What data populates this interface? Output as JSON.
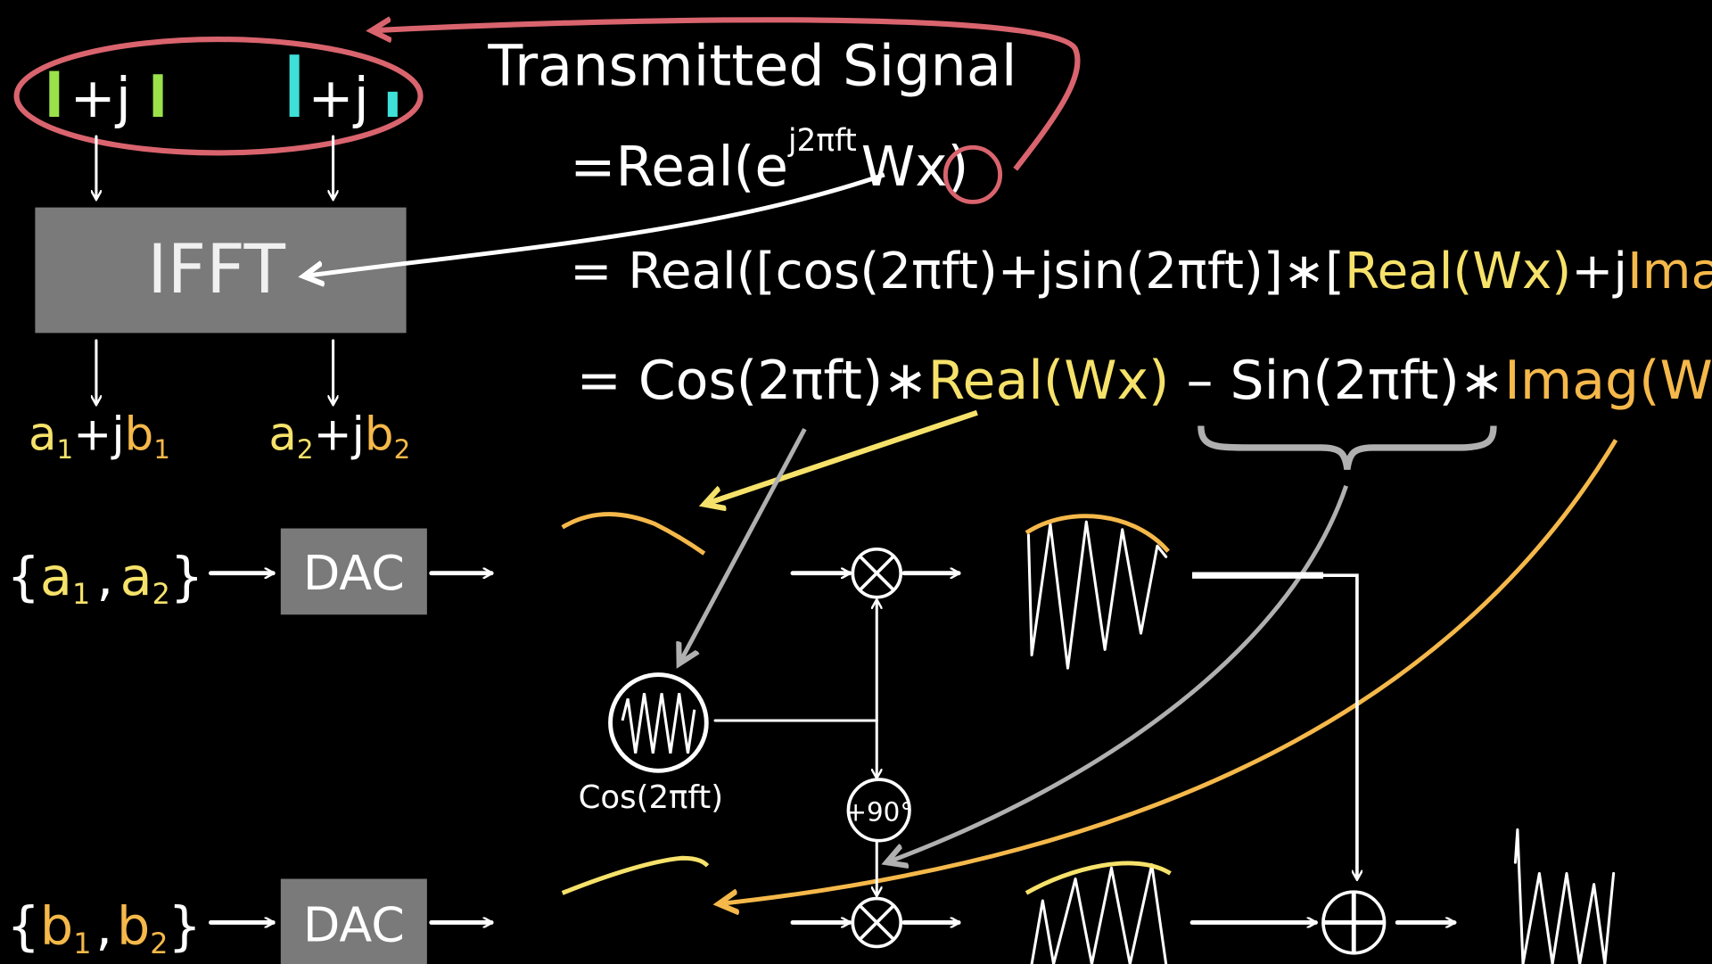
{
  "colors": {
    "background": "#000000",
    "real_part": "#f6e26a",
    "imag_part": "#f5b84a",
    "annotation_red": "#d9646e",
    "block_gray": "#7a7a7a",
    "subcarrier_1": "#9be24a",
    "subcarrier_2": "#3ee0d8",
    "pointer_gray": "#b0b0b0"
  },
  "symbols": {
    "sym1_mid": "+j",
    "sym2_mid": "+j"
  },
  "ifft": {
    "label": "IFFT"
  },
  "outputs": {
    "out1": {
      "a": "a",
      "a_sub": "1",
      "plus": "+j",
      "b": "b",
      "b_sub": "1"
    },
    "out2": {
      "a": "a",
      "a_sub": "2",
      "plus": "+j",
      "b": "b",
      "b_sub": "2"
    }
  },
  "equations": {
    "title": "Transmitted Signal",
    "eq1": {
      "start": "=Real(e",
      "sup": "j2πft",
      "end": "Wx)"
    },
    "eq2": {
      "start": "= Real([cos(2πft)+jsin(2πft)]∗[",
      "real": "Real(Wx)",
      "mid": "+j",
      "imag": "Imag(Wx"
    },
    "eq3": {
      "start": "= Cos(2πft)∗",
      "real": "Real(Wx)",
      "mid": " – Sin(2πft)∗",
      "imag": "Imag(W"
    }
  },
  "modulator": {
    "i_branch": {
      "open": "{",
      "a1": "a",
      "a1_sub": "1",
      "comma": ",",
      "a2": "a",
      "a2_sub": "2",
      "close": "}",
      "dac": "DAC"
    },
    "q_branch": {
      "open": "{",
      "b1": "b",
      "b1_sub": "1",
      "comma": ",",
      "b2": "b",
      "b2_sub": "2",
      "close": "}",
      "dac": "DAC"
    },
    "oscillator_label": "Cos(2πft)",
    "phase_shift": "+90°"
  }
}
